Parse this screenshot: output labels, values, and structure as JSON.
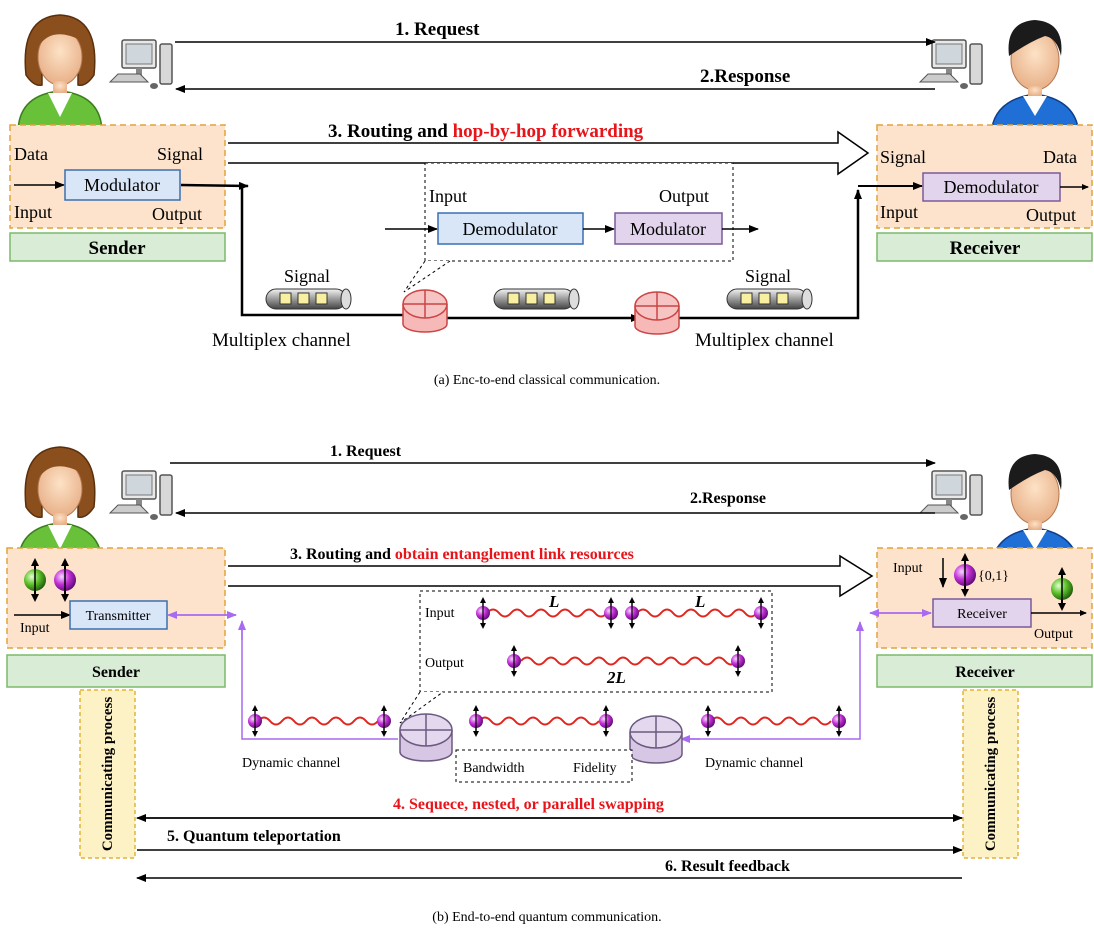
{
  "panel_a": {
    "caption": "(a)  Enc-to-end classical communication.",
    "request": "1. Request",
    "response": "2.Response",
    "routing_prefix": "3. Routing and ",
    "routing_highlight": "hop-by-hop forwarding",
    "sender": {
      "title": "Sender",
      "data": "Data",
      "signal": "Signal",
      "input": "Input",
      "output": "Output",
      "module": "Modulator"
    },
    "receiver": {
      "title": "Receiver",
      "data": "Data",
      "signal": "Signal",
      "input": "Input",
      "output": "Output",
      "module": "Demodulator"
    },
    "relay": {
      "input": "Input",
      "output": "Output",
      "demodulator": "Demodulator",
      "modulator": "Modulator"
    },
    "signal_left": "Signal",
    "signal_right": "Signal",
    "channel_left": "Multiplex channel",
    "channel_right": "Multiplex channel"
  },
  "panel_b": {
    "caption": "(b)  End-to-end quantum communication.",
    "request": "1. Request",
    "response": "2.Response",
    "routing_prefix": "3. Routing and ",
    "routing_highlight": "obtain entanglement link resources",
    "sender": {
      "title": "Sender",
      "module": "Transmitter",
      "input": "Input"
    },
    "receiver": {
      "title": "Receiver",
      "module": "Receiver",
      "input": "Input",
      "output": "Output",
      "basis": "{0,1}"
    },
    "swap_detail": {
      "input": "Input",
      "output": "Output",
      "L1": "L",
      "L2": "L",
      "L3": "2L"
    },
    "channel_left": "Dynamic channel",
    "channel_right": "Dynamic channel",
    "bandwidth": "Bandwidth",
    "fidelity": "Fidelity",
    "swapping": "4. Sequece, nested, or parallel swapping",
    "teleport": "5. Quantum teleportation",
    "feedback": "6. Result feedback",
    "process_left": "Communicating process",
    "process_right": "Communicating process"
  },
  "colors": {
    "orange_fill": "#fde3cc",
    "orange_border": "#e3a33a",
    "green_fill": "#d8ecd6",
    "blue_box": "#d8e6f8",
    "purple_box": "#e2d4ec",
    "red_text": "#e8141a",
    "violet_line": "#a76af0",
    "wave_red": "#e0261e",
    "process_fill": "#fdf2c6"
  }
}
